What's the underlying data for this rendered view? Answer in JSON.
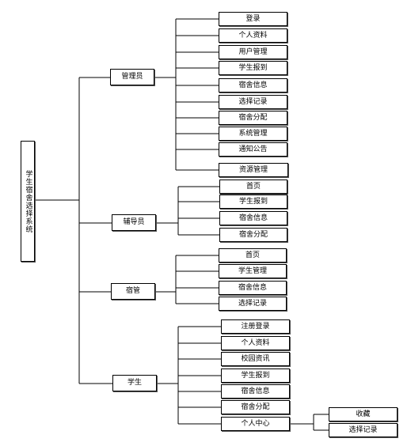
{
  "root": "学生宿舍选择系统",
  "roles": [
    {
      "label": "管理员",
      "children": [
        "登录",
        "个人资料",
        "用户管理",
        "学生报到",
        "宿舍信息",
        "选择记录",
        "宿舍分配",
        "系统管理",
        "通知公告",
        "资源管理"
      ]
    },
    {
      "label": "辅导员",
      "children": [
        "首页",
        "学生报到",
        "宿舍信息",
        "宿舍分配"
      ]
    },
    {
      "label": "宿管",
      "children": [
        "首页",
        "学生管理",
        "宿舍信息",
        "选择记录"
      ]
    },
    {
      "label": "学生",
      "children": [
        "注册登录",
        "个人资料",
        "校园资讯",
        "学生报到",
        "宿舍信息",
        "宿舍分配",
        "个人中心"
      ]
    }
  ],
  "personal_center_children": [
    "收藏",
    "选择记录"
  ]
}
